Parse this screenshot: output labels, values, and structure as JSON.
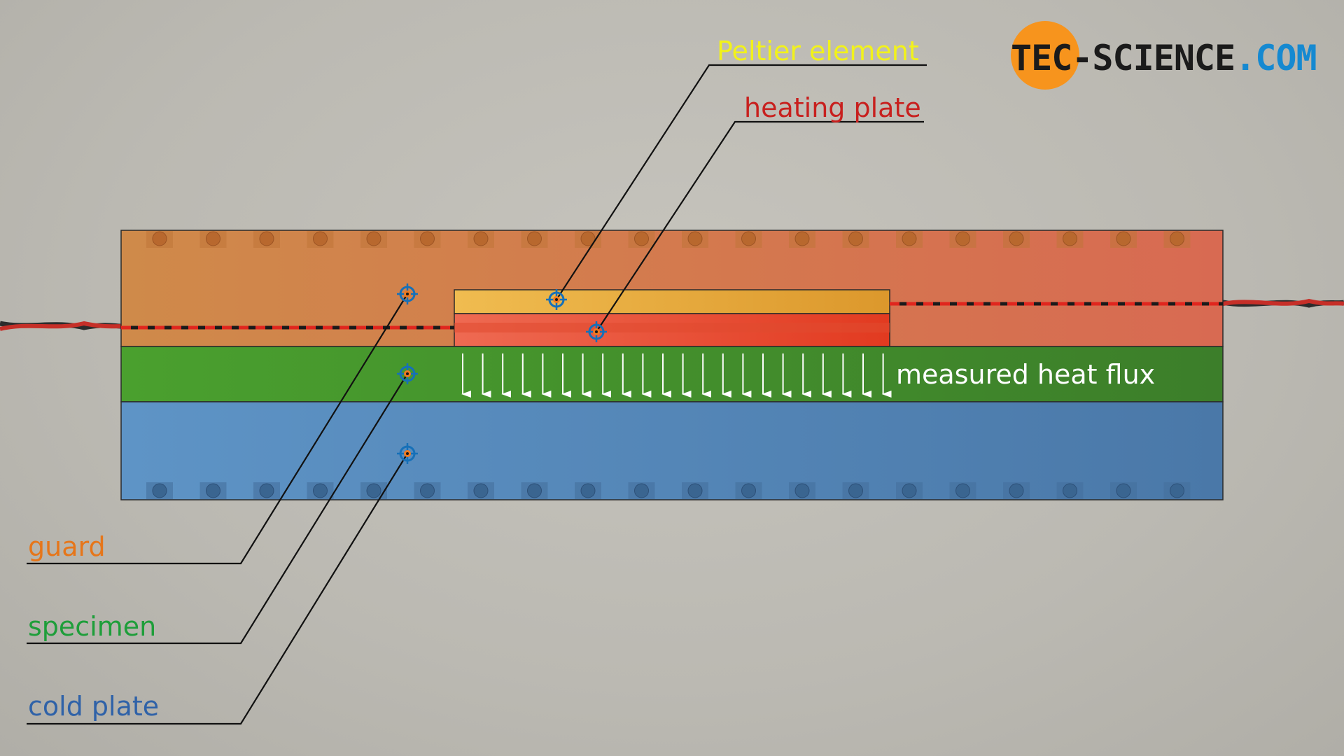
{
  "labels": {
    "peltier": "Peltier element",
    "heating_plate": "heating plate",
    "guard": "guard",
    "specimen": "specimen",
    "cold_plate": "cold plate",
    "heat_flux": "measured heat flux"
  },
  "logo": {
    "part_dark": "TEC-SCIENCE",
    "part_blue": ".COM"
  },
  "colors": {
    "background": "#bdbbb4",
    "peltier_label": "#f2f21a",
    "heating_label": "#c8201e",
    "guard_label": "#e6761a",
    "specimen_label": "#1e9e3a",
    "cold_label": "#2f62a8",
    "heat_flux_label": "#ffffff",
    "guard_fill": "#d4844a",
    "peltier_fill": "#e8ac3c",
    "heater_fill": "#ec5a3c",
    "specimen_fill": "#4a9a2c",
    "cold_fill": "#5a8cbc",
    "logo_orange": "#f7941d",
    "logo_blue": "#1589d1"
  }
}
